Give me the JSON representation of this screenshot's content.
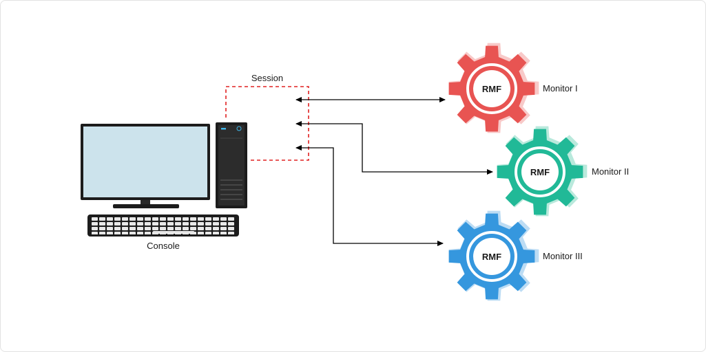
{
  "session": {
    "label": "Session"
  },
  "console": {
    "label": "Console"
  },
  "monitors": [
    {
      "label": "Monitor I",
      "badge": "RMF",
      "color": "#e85452",
      "halo": "#f8c9c8"
    },
    {
      "label": "Monitor II",
      "badge": "RMF",
      "color": "#21b997",
      "halo": "#b9e9dc"
    },
    {
      "label": "Monitor III",
      "badge": "RMF",
      "color": "#3597de",
      "halo": "#bcdcf4"
    }
  ],
  "colors": {
    "session_border": "#e02020",
    "arrow": "#000000",
    "screen": "#cce3ec",
    "hardware": "#1c1c1c"
  }
}
